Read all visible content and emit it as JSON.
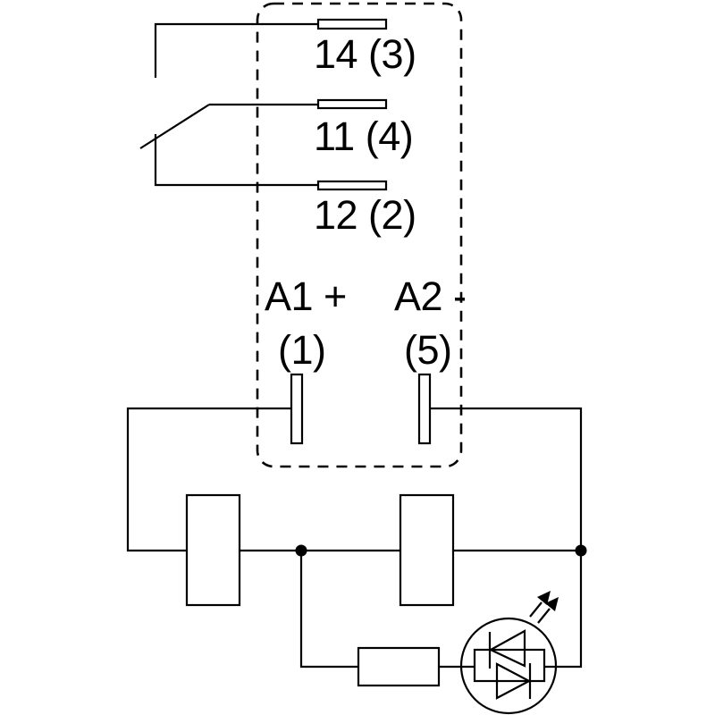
{
  "diagram": {
    "title": "relay-wiring-diagram",
    "colors": {
      "line": "#000000",
      "background": "#ffffff"
    },
    "relay": {
      "contact_terminals": [
        {
          "label": "14 (3)"
        },
        {
          "label": "11 (4)"
        },
        {
          "label": "12 (2)"
        }
      ],
      "coil_terminals": {
        "a1_label": "A1 +",
        "a1_pin": "(1)",
        "a2_label": "A2 -",
        "a2_pin": "(5)"
      }
    },
    "icons": {
      "changeover_contact": "spdt-switch-arm",
      "junction": "filled-dot",
      "resistor": "rectangle-symbol",
      "led_indicator": "circle-with-antiparallel-diodes",
      "light_emission": "double-arrow-up-right"
    }
  }
}
